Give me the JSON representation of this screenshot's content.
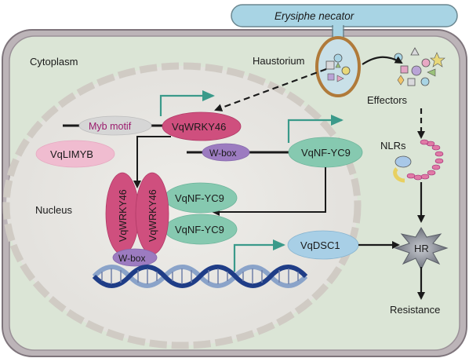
{
  "labels": {
    "cytoplasm": "Cytoplasm",
    "nucleus": "Nucleus",
    "pathogen": "Erysiphe necator",
    "haustorium": "Haustorium",
    "effectors": "Effectors",
    "nlrs": "NLRs",
    "hr": "HR",
    "resistance": "Resistance"
  },
  "proteins": {
    "myb_motif": "Myb motif",
    "vqlimyb": "VqLIMYB",
    "vqwrky46": "VqWRKY46",
    "wbox": "W-box",
    "vqnfyc9": "VqNF-YC9",
    "complex_wrky_left": "VqWRKY46",
    "complex_wrky_right": "VqWRKY46",
    "complex_nfyc9_top": "VqNF-YC9",
    "complex_nfyc9_bottom": "VqNF-YC9",
    "complex_wbox": "W-box",
    "vqdsc1": "VqDSC1"
  },
  "colors": {
    "cell_wall": "#8a7f86",
    "cell_fill": "#dbe5d6",
    "nucleus_fill": "#e9e8e6",
    "nucleus_border": "#cfcac4",
    "wrky": "#cf4f7e",
    "wrky_light": "#f0bcd0",
    "wbox": "#9c7bc0",
    "nfyc9": "#86c9b0",
    "myb": "#d4d4d4",
    "teal_arrow": "#3a9a8a",
    "dna_dark": "#1f3d87",
    "dna_light": "#8aa3c9",
    "pathogen_fill": "#a8d4e4",
    "haustorium_border": "#b07a3a"
  }
}
